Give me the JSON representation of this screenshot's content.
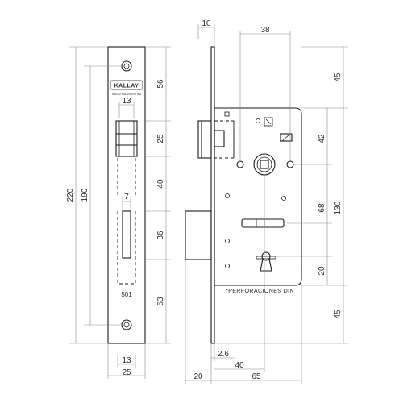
{
  "faceplate": {
    "brand": "KALLAY",
    "maker_line": "INDUSTRIA ARGENTINA",
    "model": "501"
  },
  "dimensions": {
    "top_width": "13",
    "latch_width": "7",
    "total_height": "220",
    "hole_spacing": "190",
    "seg_top": "56",
    "seg_latch": "25",
    "seg_gap": "40",
    "seg_bolt": "36",
    "seg_bottom": "63",
    "face_inner": "13",
    "face_outer": "25",
    "face_thickness": "10",
    "hole_offset": "38",
    "right_top": "45",
    "right_42": "42",
    "right_68": "68",
    "right_130": "130",
    "right_20": "20",
    "right_bottom": "45",
    "b_26": "2.6",
    "b_40": "40",
    "b_20": "20",
    "b_65": "65"
  },
  "note": "*PERFORACIONES DIN"
}
